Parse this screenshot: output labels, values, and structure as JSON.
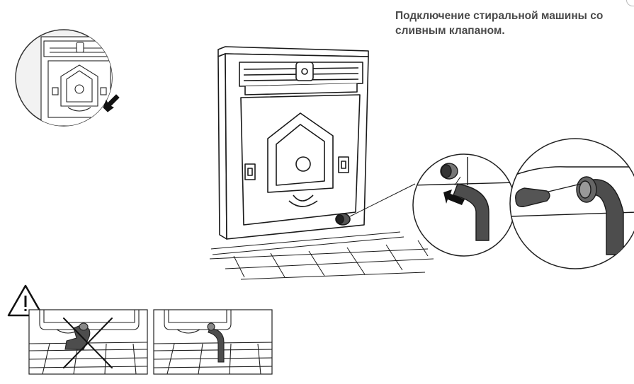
{
  "caption": {
    "line1": "Подключение стиральной машины со",
    "line2": "сливным клапаном."
  },
  "figure": {
    "main_illustration": "washing-machine-rear-view",
    "detail_callouts": [
      "inset-rear-outlet",
      "zoom-outlet-with-hose",
      "zoom-hose-clamp-screwdriver"
    ],
    "warning_icon": "warning-triangle-icon",
    "examples": [
      {
        "name": "incorrect-connection",
        "marked": "crossed-out"
      },
      {
        "name": "correct-connection",
        "marked": "none"
      }
    ],
    "colors": {
      "line": "#1a1a1a",
      "hose": "#4d4d4d",
      "inset_fill": "#f2f2f2",
      "caption_text": "#4a4a4a"
    }
  }
}
